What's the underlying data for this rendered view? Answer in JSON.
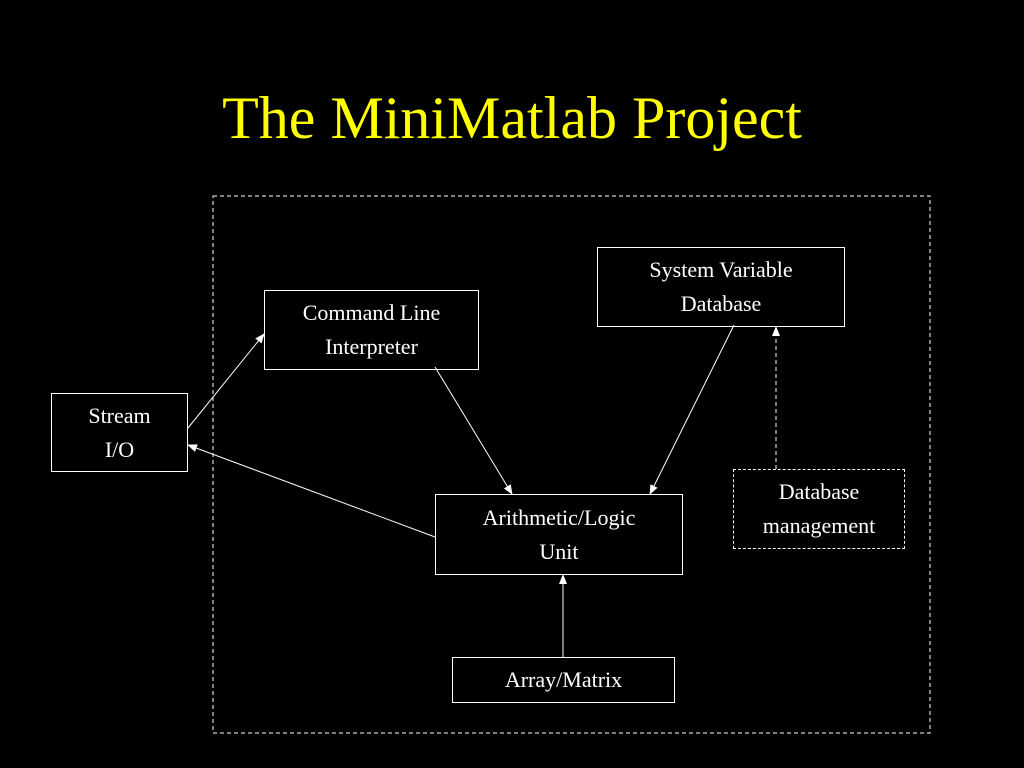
{
  "slide": {
    "title": "The MiniMatlab Project"
  },
  "colors": {
    "background": "#000000",
    "title": "#FFFF00",
    "diagram_lines": "#FFFFFF",
    "node_text": "#FFFFFF"
  },
  "diagram": {
    "nodes": {
      "stream_io": {
        "label": "Stream\nI/O",
        "border": "solid"
      },
      "command_line_interpreter": {
        "label": "Command Line\nInterpreter",
        "border": "solid"
      },
      "system_variable_database": {
        "label": "System Variable\nDatabase",
        "border": "solid"
      },
      "arithmetic_logic_unit": {
        "label": "Arithmetic/Logic\nUnit",
        "border": "solid"
      },
      "database_management": {
        "label": "Database\nmanagement",
        "border": "dashed"
      },
      "array_matrix": {
        "label": "Array/Matrix",
        "border": "solid"
      }
    },
    "edges": [
      {
        "from": "stream_io",
        "to": "command_line_interpreter",
        "style": "solid"
      },
      {
        "from": "command_line_interpreter",
        "to": "arithmetic_logic_unit",
        "style": "solid"
      },
      {
        "from": "system_variable_database",
        "to": "arithmetic_logic_unit",
        "style": "solid"
      },
      {
        "from": "arithmetic_logic_unit",
        "to": "stream_io",
        "style": "solid"
      },
      {
        "from": "array_matrix",
        "to": "arithmetic_logic_unit",
        "style": "solid"
      },
      {
        "from": "database_management",
        "to": "system_variable_database",
        "style": "dashed"
      }
    ],
    "boundary": {
      "style": "dashed"
    }
  }
}
